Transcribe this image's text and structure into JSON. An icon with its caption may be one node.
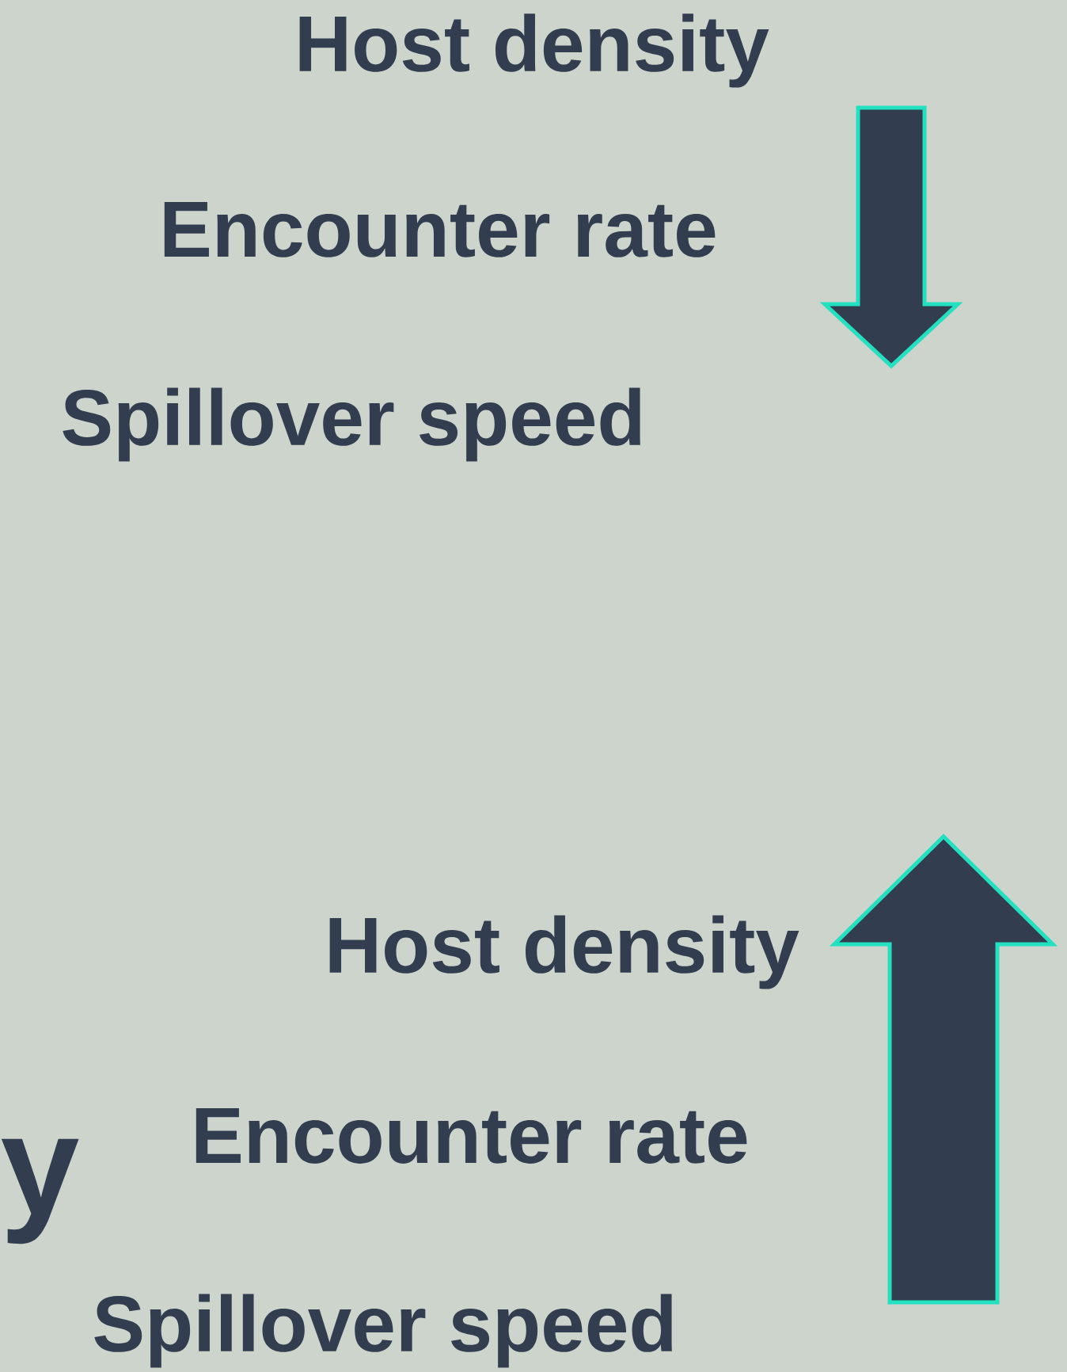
{
  "diagram": {
    "labels": [
      "Host density",
      "Encounter rate",
      "Spillover speed",
      "Host density",
      "Encounter rate",
      "y",
      "Spillover speed"
    ]
  }
}
